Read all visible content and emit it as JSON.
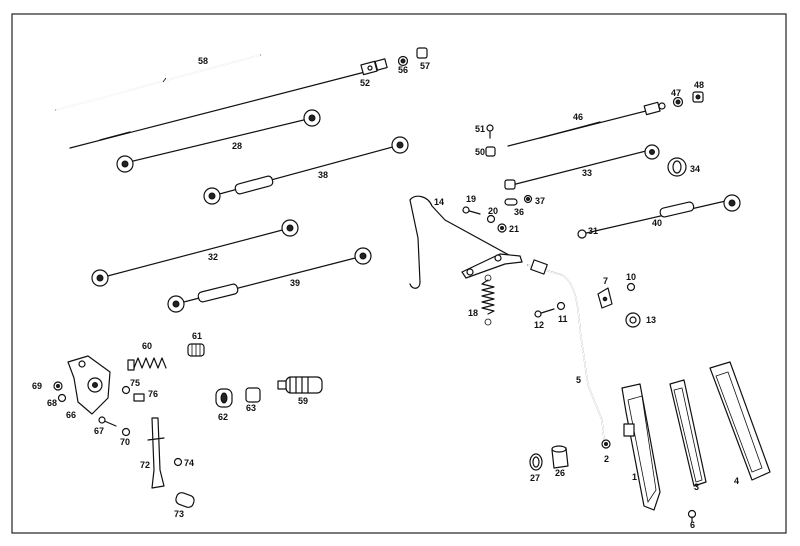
{
  "diagram": {
    "labels": [
      {
        "id": "58",
        "text": "58"
      },
      {
        "id": "52",
        "text": "52"
      },
      {
        "id": "56",
        "text": "56"
      },
      {
        "id": "57",
        "text": "57"
      },
      {
        "id": "28",
        "text": "28"
      },
      {
        "id": "38",
        "text": "38"
      },
      {
        "id": "32",
        "text": "32"
      },
      {
        "id": "39",
        "text": "39"
      },
      {
        "id": "46",
        "text": "46"
      },
      {
        "id": "47",
        "text": "47"
      },
      {
        "id": "48",
        "text": "48"
      },
      {
        "id": "51",
        "text": "51"
      },
      {
        "id": "50",
        "text": "50"
      },
      {
        "id": "33",
        "text": "33"
      },
      {
        "id": "34",
        "text": "34"
      },
      {
        "id": "14",
        "text": "14"
      },
      {
        "id": "19",
        "text": "19"
      },
      {
        "id": "20",
        "text": "20"
      },
      {
        "id": "21",
        "text": "21"
      },
      {
        "id": "36",
        "text": "36"
      },
      {
        "id": "37",
        "text": "37"
      },
      {
        "id": "31",
        "text": "31"
      },
      {
        "id": "40",
        "text": "40"
      },
      {
        "id": "18",
        "text": "18"
      },
      {
        "id": "12",
        "text": "12"
      },
      {
        "id": "11",
        "text": "11"
      },
      {
        "id": "7",
        "text": "7"
      },
      {
        "id": "10",
        "text": "10"
      },
      {
        "id": "13",
        "text": "13"
      },
      {
        "id": "5",
        "text": "5"
      },
      {
        "id": "60",
        "text": "60"
      },
      {
        "id": "61",
        "text": "61"
      },
      {
        "id": "69",
        "text": "69"
      },
      {
        "id": "68",
        "text": "68"
      },
      {
        "id": "66",
        "text": "66"
      },
      {
        "id": "75",
        "text": "75"
      },
      {
        "id": "76",
        "text": "76"
      },
      {
        "id": "67",
        "text": "67"
      },
      {
        "id": "70",
        "text": "70"
      },
      {
        "id": "62",
        "text": "62"
      },
      {
        "id": "63",
        "text": "63"
      },
      {
        "id": "59",
        "text": "59"
      },
      {
        "id": "72",
        "text": "72"
      },
      {
        "id": "74",
        "text": "74"
      },
      {
        "id": "73",
        "text": "73"
      },
      {
        "id": "27",
        "text": "27"
      },
      {
        "id": "26",
        "text": "26"
      },
      {
        "id": "2",
        "text": "2"
      },
      {
        "id": "1",
        "text": "1"
      },
      {
        "id": "3",
        "text": "3"
      },
      {
        "id": "4",
        "text": "4"
      },
      {
        "id": "6",
        "text": "6"
      }
    ]
  }
}
